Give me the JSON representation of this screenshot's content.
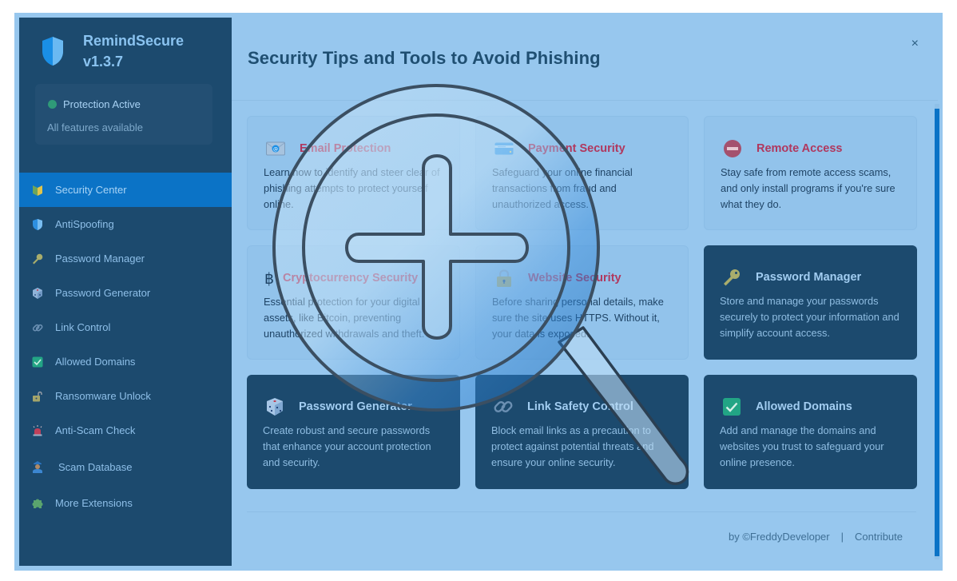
{
  "app": {
    "name": "RemindSecure",
    "version": "v1.3.7"
  },
  "status": {
    "title": "Protection Active",
    "subtitle": "All features available",
    "color": "#2f9a78"
  },
  "sidebar": {
    "items": [
      {
        "label": "Security Center",
        "icon": "beginner-shield-icon",
        "active": true
      },
      {
        "label": "AntiSpoofing",
        "icon": "shield-icon"
      },
      {
        "label": "Password Manager",
        "icon": "key-icon"
      },
      {
        "label": "Password Generator",
        "icon": "dice-icon"
      },
      {
        "label": "Link Control",
        "icon": "link-icon"
      },
      {
        "label": "Allowed Domains",
        "icon": "checkbox-icon"
      },
      {
        "label": "Ransomware Unlock",
        "icon": "unlock-icon"
      },
      {
        "label": "Anti-Scam Check",
        "icon": "siren-icon"
      },
      {
        "label": "Scam Database",
        "icon": "police-officer-icon"
      },
      {
        "label": "More Extensions",
        "icon": "puzzle-icon"
      }
    ]
  },
  "main": {
    "title": "Security Tips and Tools to Avoid Phishing",
    "close_label": "×",
    "cards": [
      {
        "title": "Email Protection",
        "icon": "envelope-icon",
        "style": "light",
        "desc": "Learn how to identify and steer clear of phishing attempts to protect yourself online."
      },
      {
        "title": "Payment Security",
        "icon": "credit-card-icon",
        "style": "light",
        "desc": "Safeguard your online financial transactions from fraud and unauthorized access."
      },
      {
        "title": "Remote Access",
        "icon": "no-entry-icon",
        "style": "light",
        "desc": "Stay safe from remote access scams, and only install programs if you're sure what they do."
      },
      {
        "title": "Cryptocurrency Security",
        "icon": "bitcoin-icon",
        "style": "light",
        "desc": "Essential protection for your digital assets, like Bitcoin, preventing unauthorized withdrawals and theft."
      },
      {
        "title": "Website Security",
        "icon": "padlock-icon",
        "style": "light",
        "desc": "Before sharing personal details, make sure the site uses HTTPS. Without it, your data is exposed."
      },
      {
        "title": "Password Manager",
        "icon": "key-icon",
        "style": "dark",
        "desc": "Store and manage your passwords securely to protect your information and simplify account access."
      },
      {
        "title": "Password Generator",
        "icon": "dice-icon",
        "style": "dark",
        "desc": "Create robust and secure passwords that enhance your account protection and security."
      },
      {
        "title": "Link Safety Control",
        "icon": "link-icon",
        "style": "dark",
        "desc": "Block email links as a precaution to protect against potential threats and ensure your online security."
      },
      {
        "title": "Allowed Domains",
        "icon": "checkbox-icon",
        "style": "dark",
        "desc": "Add and manage the domains and websites you trust to safeguard your online presence."
      }
    ]
  },
  "footer": {
    "credit": "by ©FreddyDeveloper",
    "separator": "|",
    "contribute": "Contribute"
  },
  "overlay": {
    "icon": "zoom-in-magnifier-icon"
  },
  "colors": {
    "sidebar_bg": "#1c4a6e",
    "active_item": "#0b73c6",
    "main_bg": "#97c7ee",
    "accent_title": "#b0385e"
  }
}
